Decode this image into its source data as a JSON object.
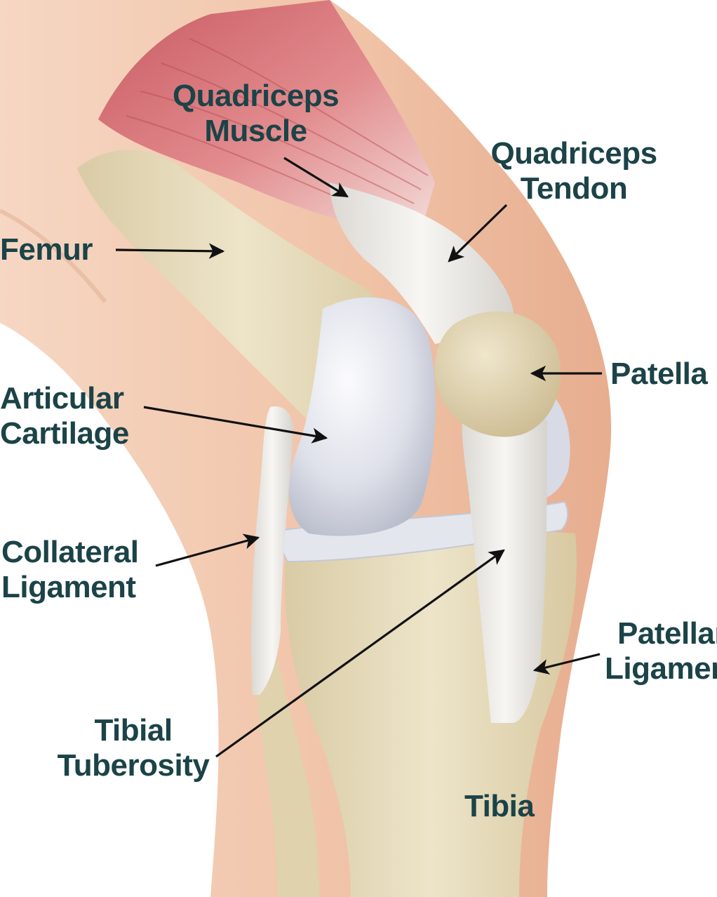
{
  "labels": {
    "quadriceps_muscle": {
      "line1": "Quadriceps",
      "line2": "Muscle"
    },
    "quadriceps_tendon": {
      "line1": "Quadriceps",
      "line2": "Tendon"
    },
    "femur": {
      "line1": "Femur"
    },
    "patella": {
      "line1": "Patella"
    },
    "articular_cartilage": {
      "line1": "Articular",
      "line2": "Cartilage"
    },
    "collateral_ligament": {
      "line1": "Collateral",
      "line2": "Ligament"
    },
    "patellar_ligament": {
      "line1": "Patellar",
      "line2": "Ligament"
    },
    "tibial_tuberosity": {
      "line1": "Tibial",
      "line2": "Tuberosity"
    },
    "tibia": {
      "line1": "Tibia"
    }
  },
  "colors": {
    "label_text": "#1b4348",
    "arrow": "#111111",
    "skin": "#f2c7ad",
    "bone": "#e6dbbd",
    "cartilage": "#dfe2ea",
    "muscle": "#d6737a",
    "ligament": "#eceae6"
  }
}
